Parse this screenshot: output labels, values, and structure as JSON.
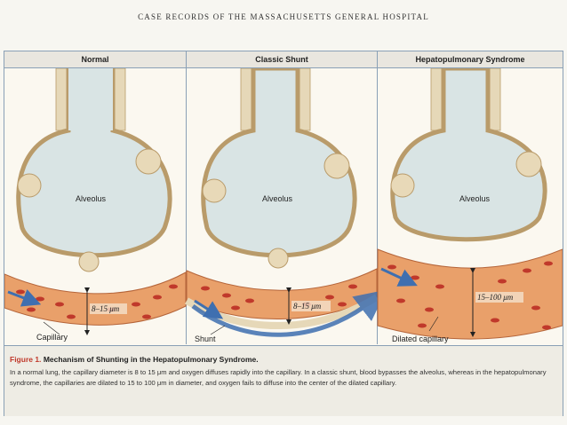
{
  "running_head": "CASE RECORDS OF THE MASSACHUSETTS GENERAL HOSPITAL",
  "panels": [
    {
      "title": "Normal",
      "alveolus_label": "Alveolus",
      "measure": "8–15 μm",
      "vessel_label": "Capillary"
    },
    {
      "title": "Classic Shunt",
      "alveolus_label": "Alveolus",
      "measure": "8–15 μm",
      "vessel_label": "Shunt"
    },
    {
      "title": "Hepatopulmonary Syndrome",
      "alveolus_label": "Alveolus",
      "measure": "15–100 μm",
      "vessel_label": "Dilated capillary"
    }
  ],
  "caption": {
    "figure_number": "Figure 1.",
    "title": "Mechanism of Shunting in the Hepatopulmonary Syndrome.",
    "body": "In a normal lung, the capillary diameter is 8 to 15 μm and oxygen diffuses rapidly into the capillary. In a classic shunt, blood bypasses the alveolus, whereas in the hepatopulmonary syndrome, the capillaries are dilated to 15 to 100 μm in diameter, and oxygen fails to diffuse into the center of the dilated capillary."
  },
  "colors": {
    "alveolus_fill": "#d9e4e4",
    "wall": "#e6d8b8",
    "vessel": "#e9a06a",
    "red_cell": "#c0392b",
    "arrow": "#3f6fb0"
  }
}
